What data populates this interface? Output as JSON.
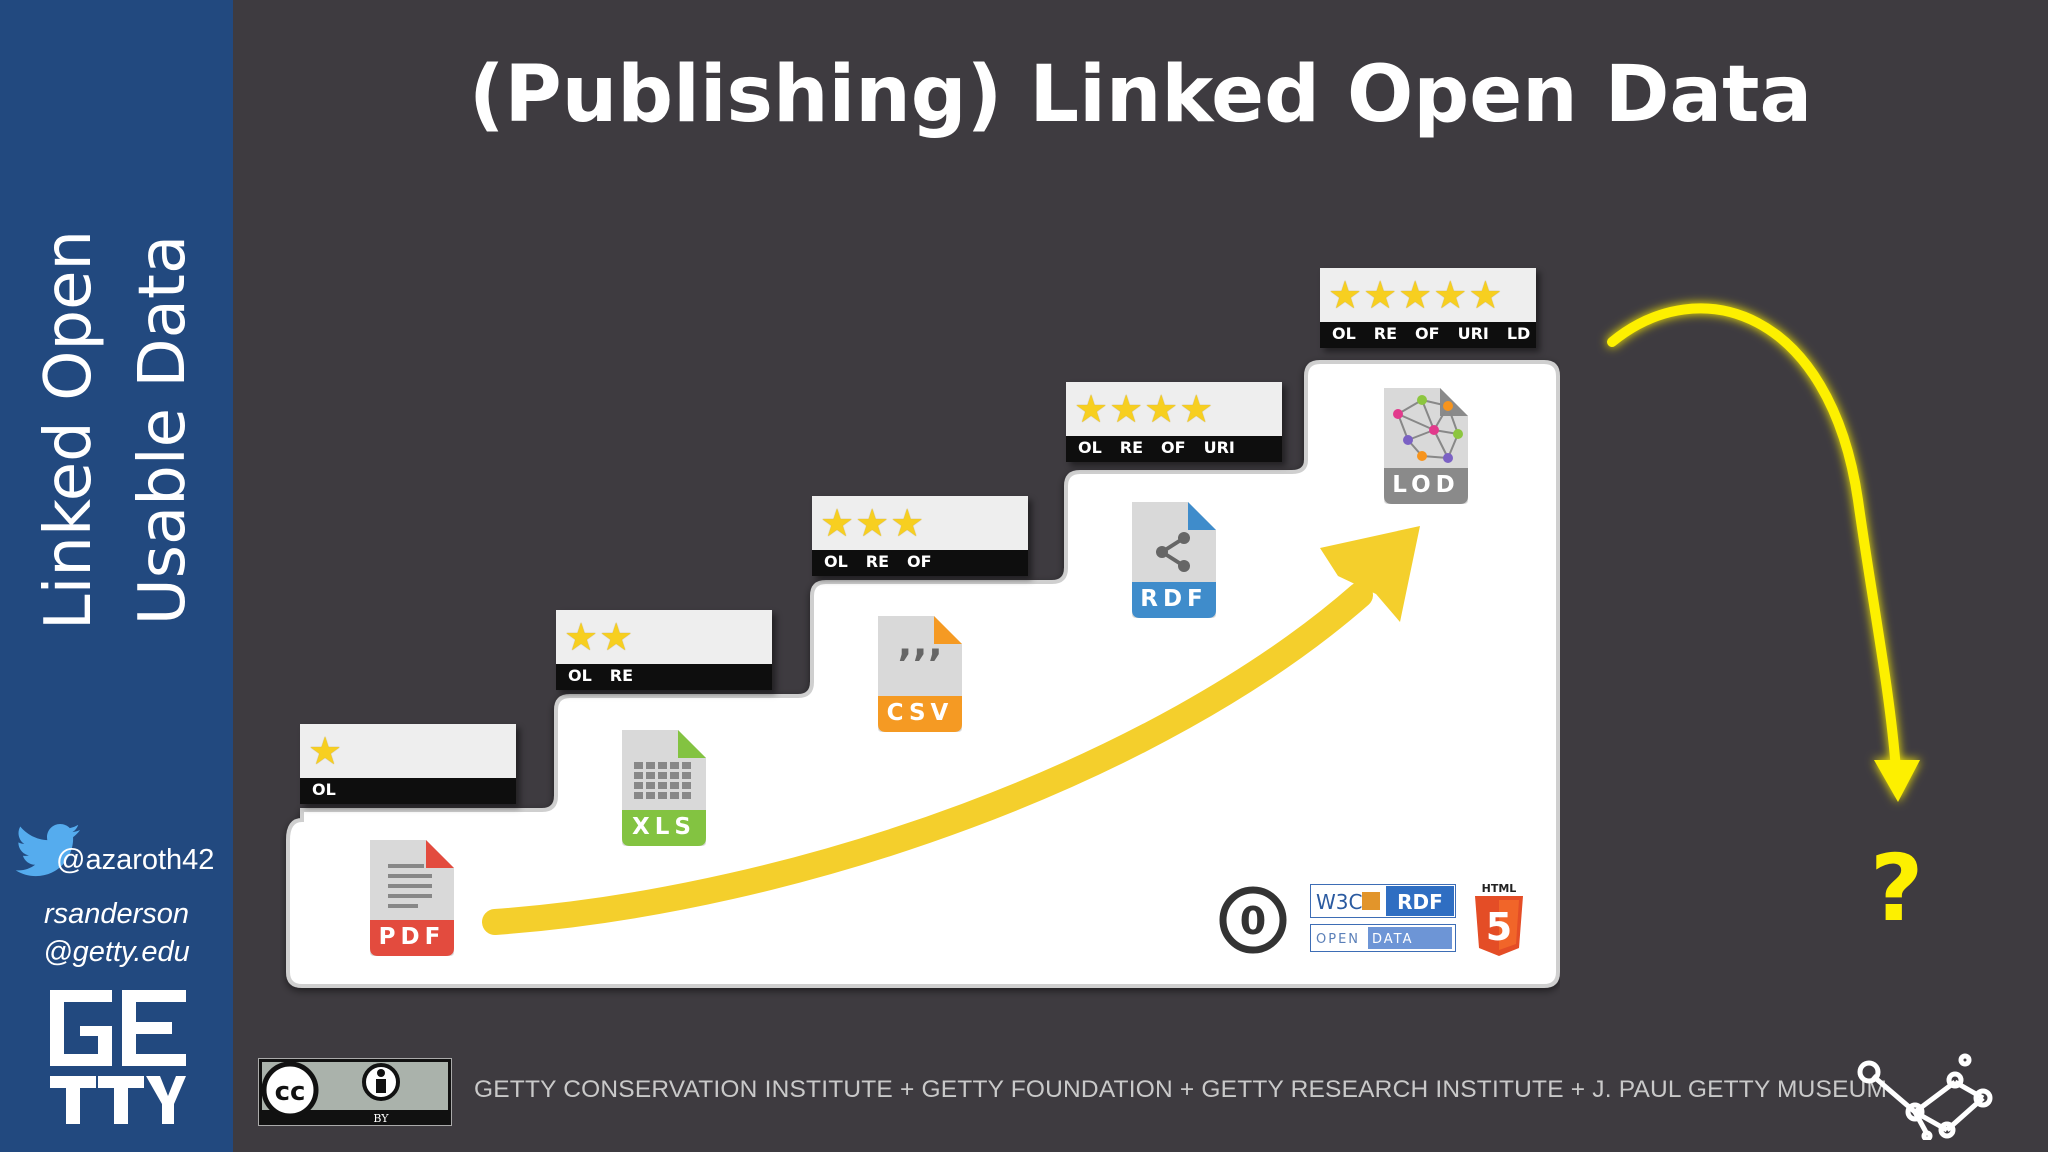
{
  "sidebar": {
    "title_line_1": "Linked Open",
    "title_line_2": "Usable Data",
    "twitter_handle": "@azaroth42",
    "email_line_1": "rsanderson",
    "email_line_2": "@getty.edu"
  },
  "title": "(Publishing) Linked Open Data",
  "stairs": [
    {
      "stars": 1,
      "labels": [
        "OL"
      ],
      "file": "PDF",
      "file_color": "#e34b3e",
      "file_icon": "pdf-document-icon"
    },
    {
      "stars": 2,
      "labels": [
        "OL",
        "RE"
      ],
      "file": "XLS",
      "file_color": "#83c341",
      "file_icon": "spreadsheet-icon"
    },
    {
      "stars": 3,
      "labels": [
        "OL",
        "RE",
        "OF"
      ],
      "file": "CSV",
      "file_color": "#f59a23",
      "file_icon": "csv-quotes-icon"
    },
    {
      "stars": 4,
      "labels": [
        "OL",
        "RE",
        "OF",
        "URI"
      ],
      "file": "RDF",
      "file_color": "#3f8ccb",
      "file_icon": "share-nodes-icon"
    },
    {
      "stars": 5,
      "labels": [
        "OL",
        "RE",
        "OF",
        "URI",
        "LD"
      ],
      "file": "LOD",
      "file_color": "#8a8a8a",
      "file_icon": "linked-graph-icon"
    }
  ],
  "badges": {
    "cc0": "0",
    "w3c": "W3C",
    "rdf": "RDF",
    "open": "OPEN",
    "data": "DATA",
    "html": "HTML",
    "html_num": "5"
  },
  "question": "?",
  "footer": {
    "cc_label": "cc",
    "by_label": "BY",
    "institutions": "GETTY CONSERVATION INSTITUTE + GETTY FOUNDATION + GETTY RESEARCH INSTITUTE + J. PAUL GETTY MUSEUM"
  },
  "colors": {
    "background": "#3e3b40",
    "sidebar": "#22497f",
    "star": "#f7cf20",
    "arrow_up": "#f4cf2c",
    "arrow_down": "#fdf000"
  }
}
